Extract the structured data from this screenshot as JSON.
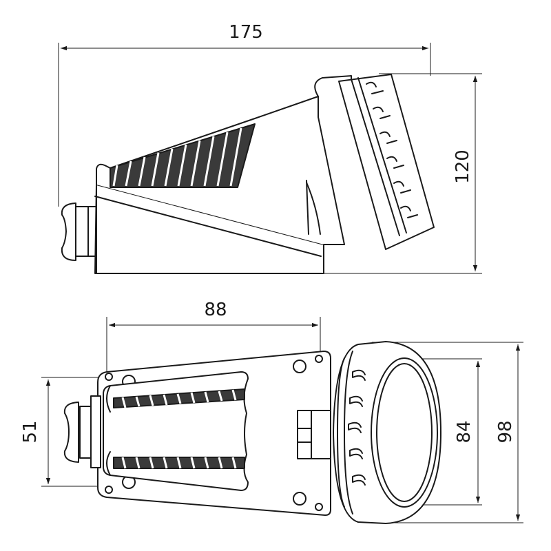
{
  "dimensions": {
    "side_width": "175",
    "side_height": "120",
    "top_body_width": "88",
    "top_gland_height": "51",
    "top_inner_ring": "84",
    "top_outer_ring": "98"
  },
  "colors": {
    "line": "#1a1a1a",
    "background": "#ffffff",
    "rib_fill": "#d9d9d9"
  }
}
